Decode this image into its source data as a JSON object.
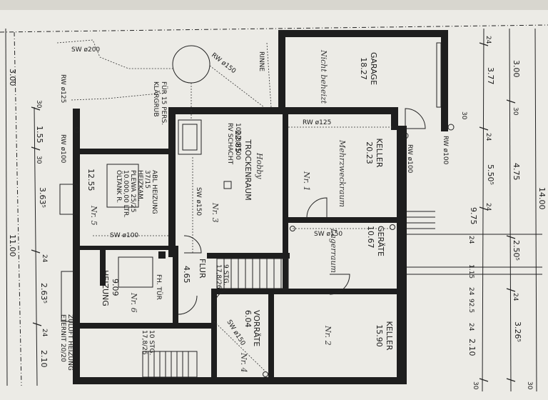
{
  "rooms": {
    "garage": {
      "name": "GARAGE",
      "area": "18.27",
      "note": "Nicht beheizt"
    },
    "keller_top": {
      "name": "KELLER",
      "area": "20.23",
      "note": "Mehrzweckraum",
      "no": "Nr. 1"
    },
    "trockenraum": {
      "name": "TROCKENRAUM",
      "area": "22.85",
      "note": "Hobby",
      "no": "Nr. 3"
    },
    "heizraum": {
      "line1": "ABL HEIZUNG",
      "line2": "37/15",
      "line3": "HEIZKAM.",
      "line4": "PLEWA 25/25",
      "area": "12.55",
      "tank1": "10.000,00 LTR.",
      "tank2": "ÖLTANK R.",
      "no": "Nr. 5"
    },
    "heizung": {
      "name": "HEIZUNG",
      "area": "9.09",
      "no": "Nr. 6"
    },
    "flur": {
      "name": "FLUR",
      "area": "4.65"
    },
    "geraete": {
      "name": "GERÄTE",
      "area": "10.67",
      "note": "Lagerraum"
    },
    "vorrate": {
      "name": "VORRÄTE",
      "area": "6.04",
      "no": "Nr. 4"
    },
    "keller_bottom": {
      "name": "KELLER",
      "area": "15.90",
      "no": "Nr. 2"
    }
  },
  "labels": {
    "klaergrube_1": "KLÄRGRUB",
    "klaergrube_2": "FÜR 15 PERS.",
    "rv_schacht_1": "RV SCHACHT",
    "rv_schacht_2": "100/80/100",
    "sw200": "SW ø200",
    "rw150": "RW ø150",
    "rw125_left": "RW ø125",
    "rw125_top": "RW ø125",
    "rinne": "RINNE",
    "rw100_left": "RW ø100",
    "rw100_right1": "RW ø100",
    "rw100_right2": "RW ø100",
    "sw150_a": "SW ø150",
    "sw150_b": "SW ø150",
    "sw150_c": "SW ø150",
    "sw100": "SW ø100",
    "fh_tur": "FH. TÜR",
    "stairs_1": "9 STG.",
    "stairs_2": "17,8/26",
    "stairs_3": "10 STG.",
    "stairs_4": "17,8/26",
    "zuluft_1": "ZULUFT HEIZUNG",
    "zuluft_2": "ETERNIT 20/20"
  },
  "dims_left_top": [
    "3.00"
  ],
  "dims_left": [
    "30",
    "1.55",
    "30",
    "3.63⁵",
    "24",
    "2.63⁵",
    "24",
    "2.10",
    "11.00"
  ],
  "dims_right": [
    "24",
    "3.77",
    "3.00",
    "30",
    "30",
    "24",
    "5.50⁵",
    "4.75",
    "14.00",
    "24",
    "9.75",
    "24",
    "2.50⁵",
    "1.15",
    "24",
    "92.5",
    "24",
    "24",
    "3.26⁵",
    "2.10",
    "30",
    "30"
  ]
}
